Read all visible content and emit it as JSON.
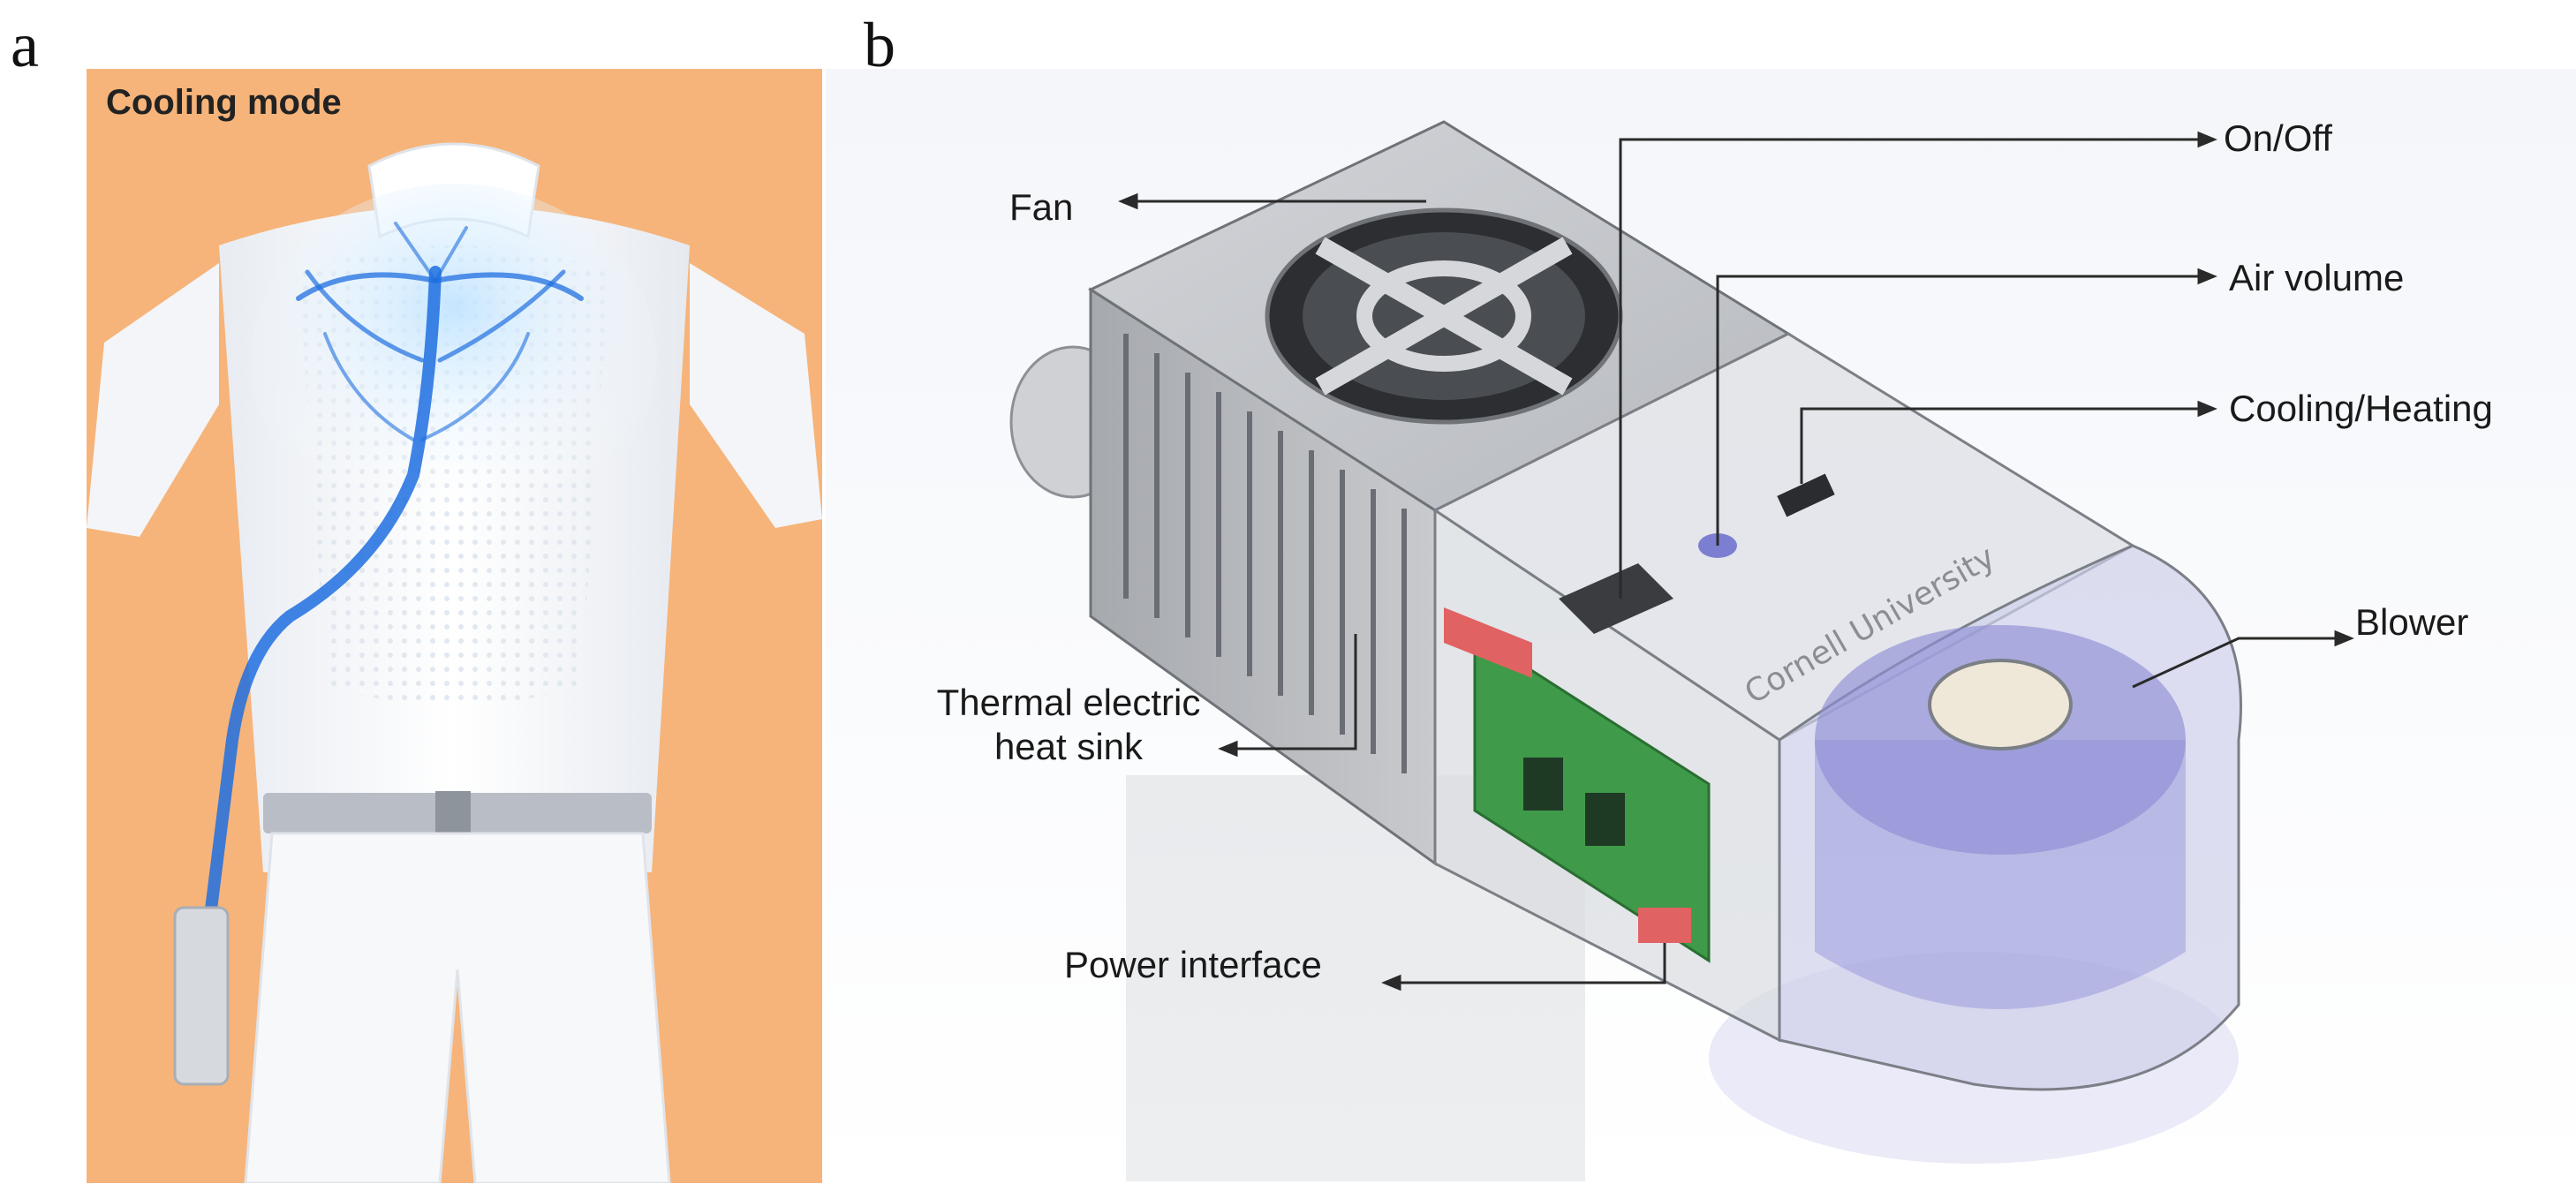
{
  "panels": {
    "a": {
      "letter": "a",
      "title": "Cooling mode"
    },
    "b": {
      "letter": "b",
      "callouts": {
        "fan": "Fan",
        "on_off": "On/Off",
        "air_volume": "Air volume",
        "cooling_heating": "Cooling/Heating",
        "blower": "Blower",
        "thermal_heat_sink": "Thermal electric heat sink",
        "power_interface": "Power interface"
      },
      "device_engraving": "Cornell University"
    }
  },
  "colors": {
    "panel_a_background": "#f6b47a",
    "cooling_channel": "#1f6fe0",
    "device_body": "#bdbdbd",
    "blower_housing": "#8f8fd6",
    "circuit_board": "#3f9a4a",
    "switch_accent": "#e06262"
  }
}
